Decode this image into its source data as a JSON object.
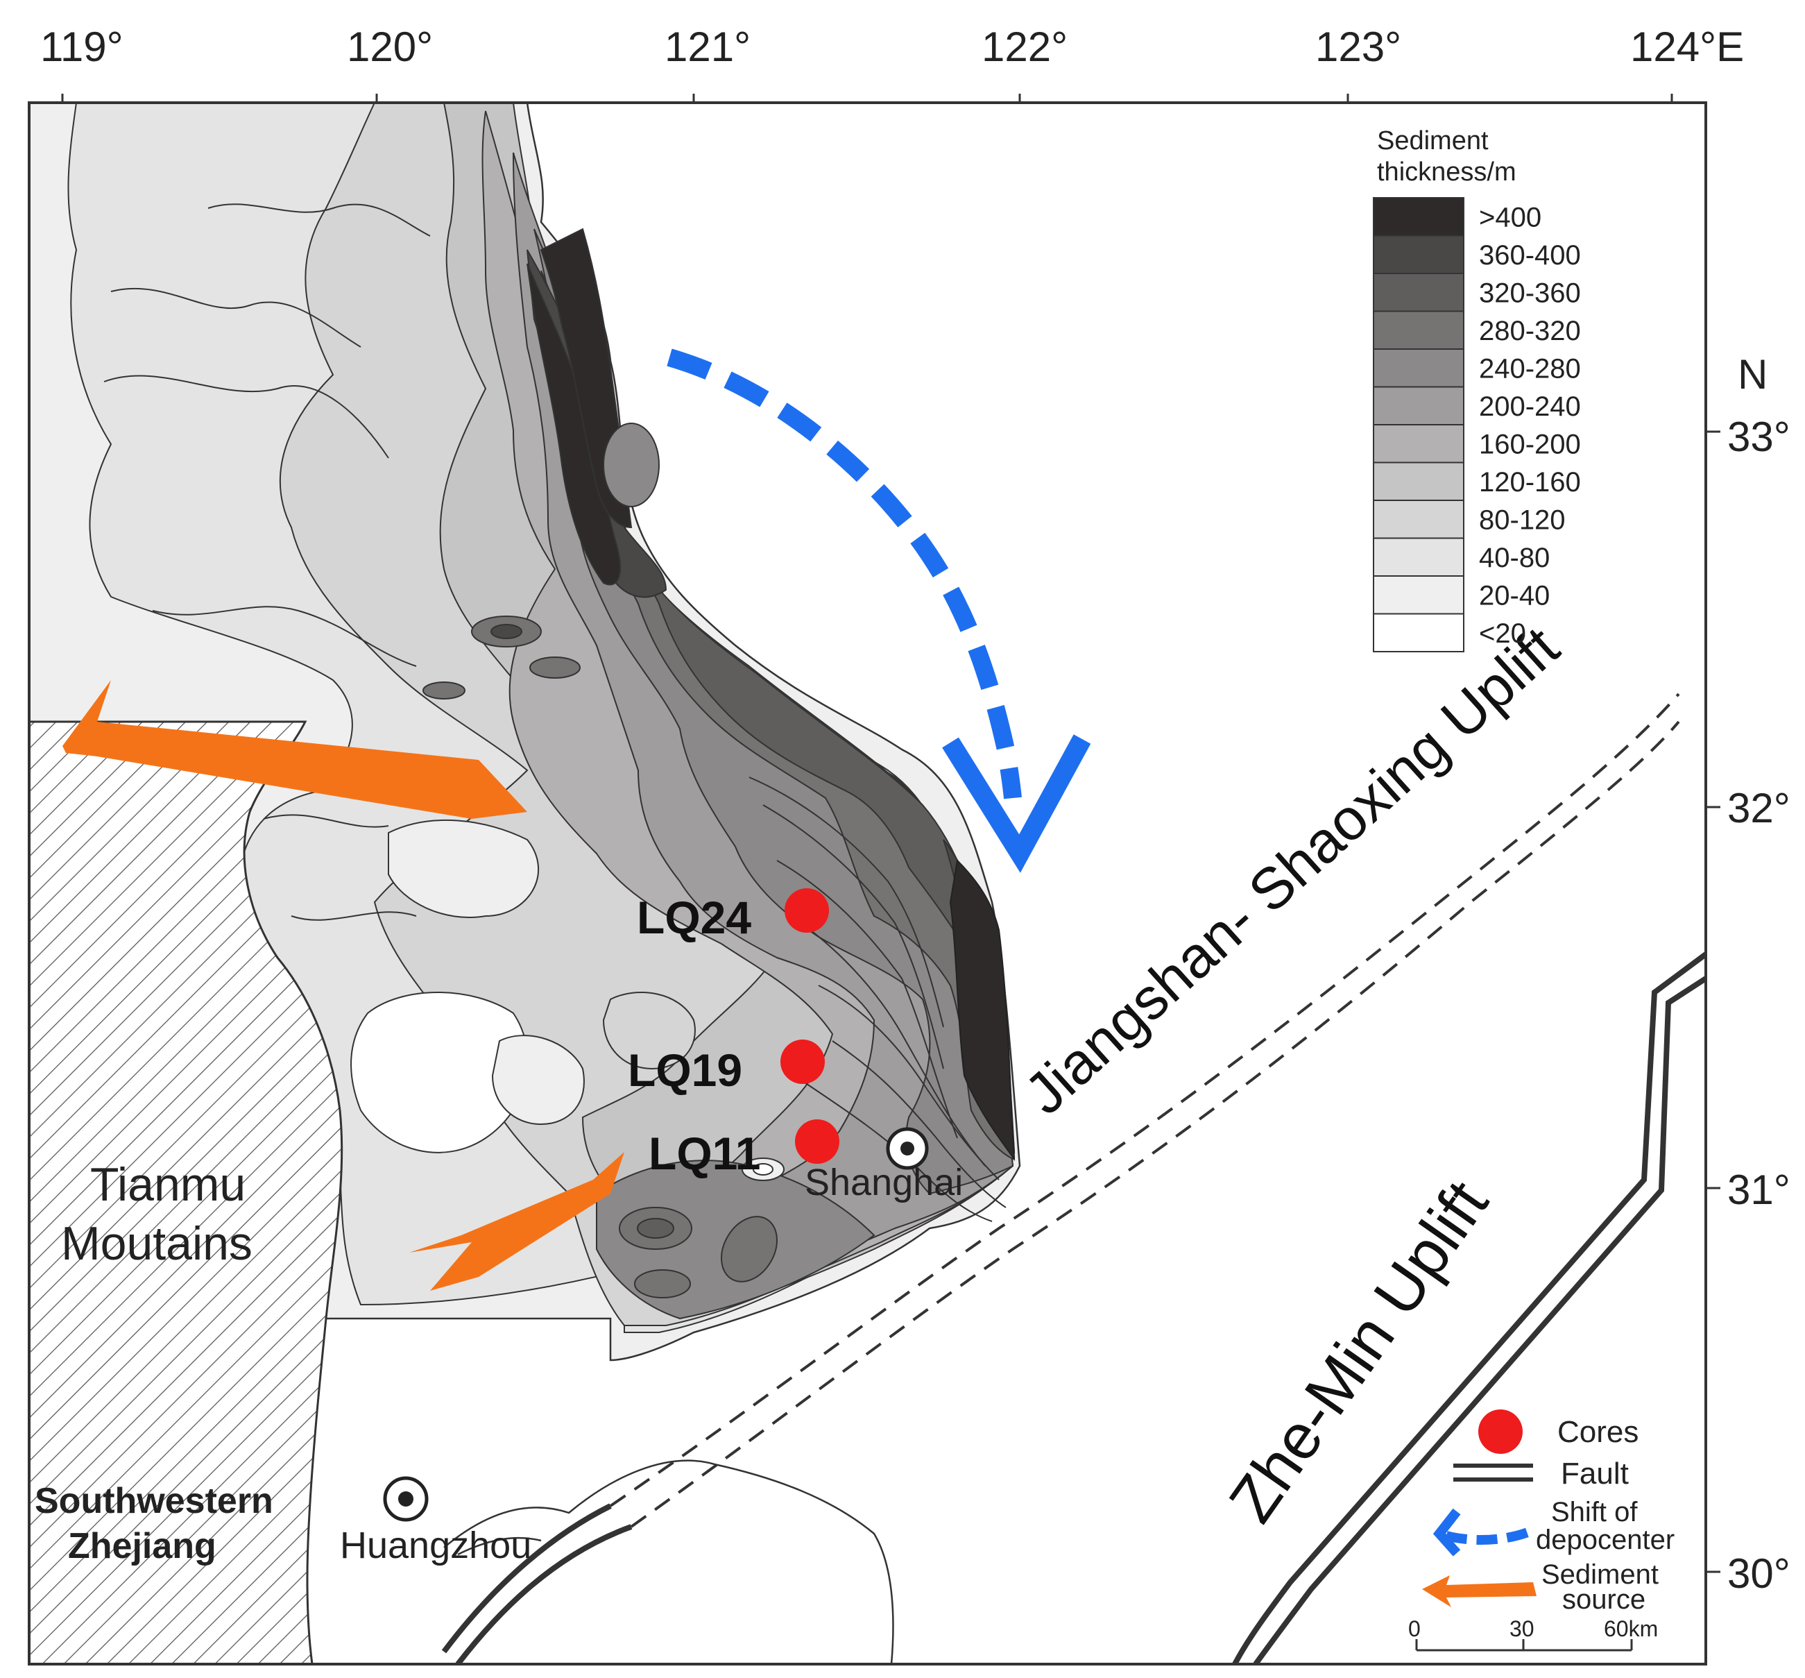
{
  "map": {
    "longitude_ticks": [
      "119°",
      "120°",
      "121°",
      "122°",
      "123°",
      "124°E"
    ],
    "latitude_ticks": [
      "33°",
      "32°",
      "31°",
      "30°"
    ],
    "north_label": "N",
    "region_labels": {
      "tianmu_line1": "Tianmu",
      "tianmu_line2": "Moutains",
      "sw_line1": "Southwestern",
      "sw_line2": "Zhejiang",
      "jiangshan_uplift": "Jiangshan- Shaoxing Uplift",
      "zhemin_uplift": "Zhe-Min Uplift"
    },
    "cities": [
      {
        "name": "Shanghai"
      },
      {
        "name": "Huangzhou"
      }
    ],
    "cores": [
      {
        "label": "LQ24",
        "color": "#ee1c1c"
      },
      {
        "label": "LQ19",
        "color": "#ee1c1c"
      },
      {
        "label": "LQ11",
        "color": "#ee1c1c"
      }
    ],
    "colors": {
      "depocenter_arrow": "#1e6ff0",
      "source_arrow": "#f57318",
      "core": "#ee1c1c",
      "fault": "#333333"
    }
  },
  "legend": {
    "title_line1": "Sediment",
    "title_line2": "thickness/m",
    "classes": [
      {
        "label": ">400",
        "color": "#2e2a2a"
      },
      {
        "label": "360-400",
        "color": "#4a4747"
      },
      {
        "label": "320-360",
        "color": "#605d5d"
      },
      {
        "label": "280-320",
        "color": "#767373"
      },
      {
        "label": "240-280",
        "color": "#8b8989"
      },
      {
        "label": "200-240",
        "color": "#9f9d9d"
      },
      {
        "label": "160-200",
        "color": "#b3b1b1"
      },
      {
        "label": "120-160",
        "color": "#c6c5c5"
      },
      {
        "label": "80-120",
        "color": "#d6d5d5"
      },
      {
        "label": "40-80",
        "color": "#e4e4e4"
      },
      {
        "label": "20-40",
        "color": "#efefef"
      },
      {
        "label": "<20",
        "color": "#ffffff"
      }
    ],
    "symbols": {
      "cores": "Cores",
      "fault": "Fault",
      "shift_line1": "Shift of",
      "shift_line2": "depocenter",
      "source_line1": "Sediment",
      "source_line2": "source"
    },
    "scale_labels": [
      "0",
      "30",
      "60km"
    ]
  }
}
